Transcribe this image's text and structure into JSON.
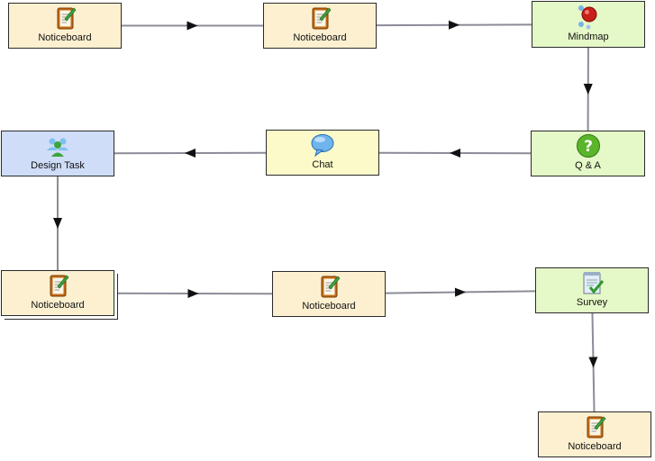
{
  "colors": {
    "noticeboard": "#fcf0d0",
    "mindmap": "#e5f8c7",
    "qa": "#e5f8c7",
    "survey": "#e5f8c7",
    "chat": "#fcfac9",
    "design_task": "#cfddf8",
    "edge": "#8c8c99",
    "arrowhead": "#111111"
  },
  "nodes": [
    {
      "id": "n1",
      "label": "Noticeboard",
      "icon": "noticeboard-icon"
    },
    {
      "id": "n2",
      "label": "Noticeboard",
      "icon": "noticeboard-icon"
    },
    {
      "id": "n3",
      "label": "Mindmap",
      "icon": "mindmap-icon"
    },
    {
      "id": "n4",
      "label": "Q & A",
      "icon": "question-icon"
    },
    {
      "id": "n5",
      "label": "Chat",
      "icon": "chat-bubble-icon"
    },
    {
      "id": "n6",
      "label": "Design Task",
      "icon": "people-group-icon"
    },
    {
      "id": "n7",
      "label": "Noticeboard",
      "icon": "noticeboard-icon"
    },
    {
      "id": "n8",
      "label": "Noticeboard",
      "icon": "noticeboard-icon"
    },
    {
      "id": "n9",
      "label": "Survey",
      "icon": "survey-checklist-icon"
    },
    {
      "id": "n10",
      "label": "Noticeboard",
      "icon": "noticeboard-icon"
    }
  ],
  "edges": [
    {
      "from": "n1",
      "to": "n2"
    },
    {
      "from": "n2",
      "to": "n3"
    },
    {
      "from": "n3",
      "to": "n4"
    },
    {
      "from": "n4",
      "to": "n5"
    },
    {
      "from": "n5",
      "to": "n6"
    },
    {
      "from": "n6",
      "to": "n7"
    },
    {
      "from": "n7",
      "to": "n8"
    },
    {
      "from": "n8",
      "to": "n9"
    },
    {
      "from": "n9",
      "to": "n10"
    }
  ]
}
